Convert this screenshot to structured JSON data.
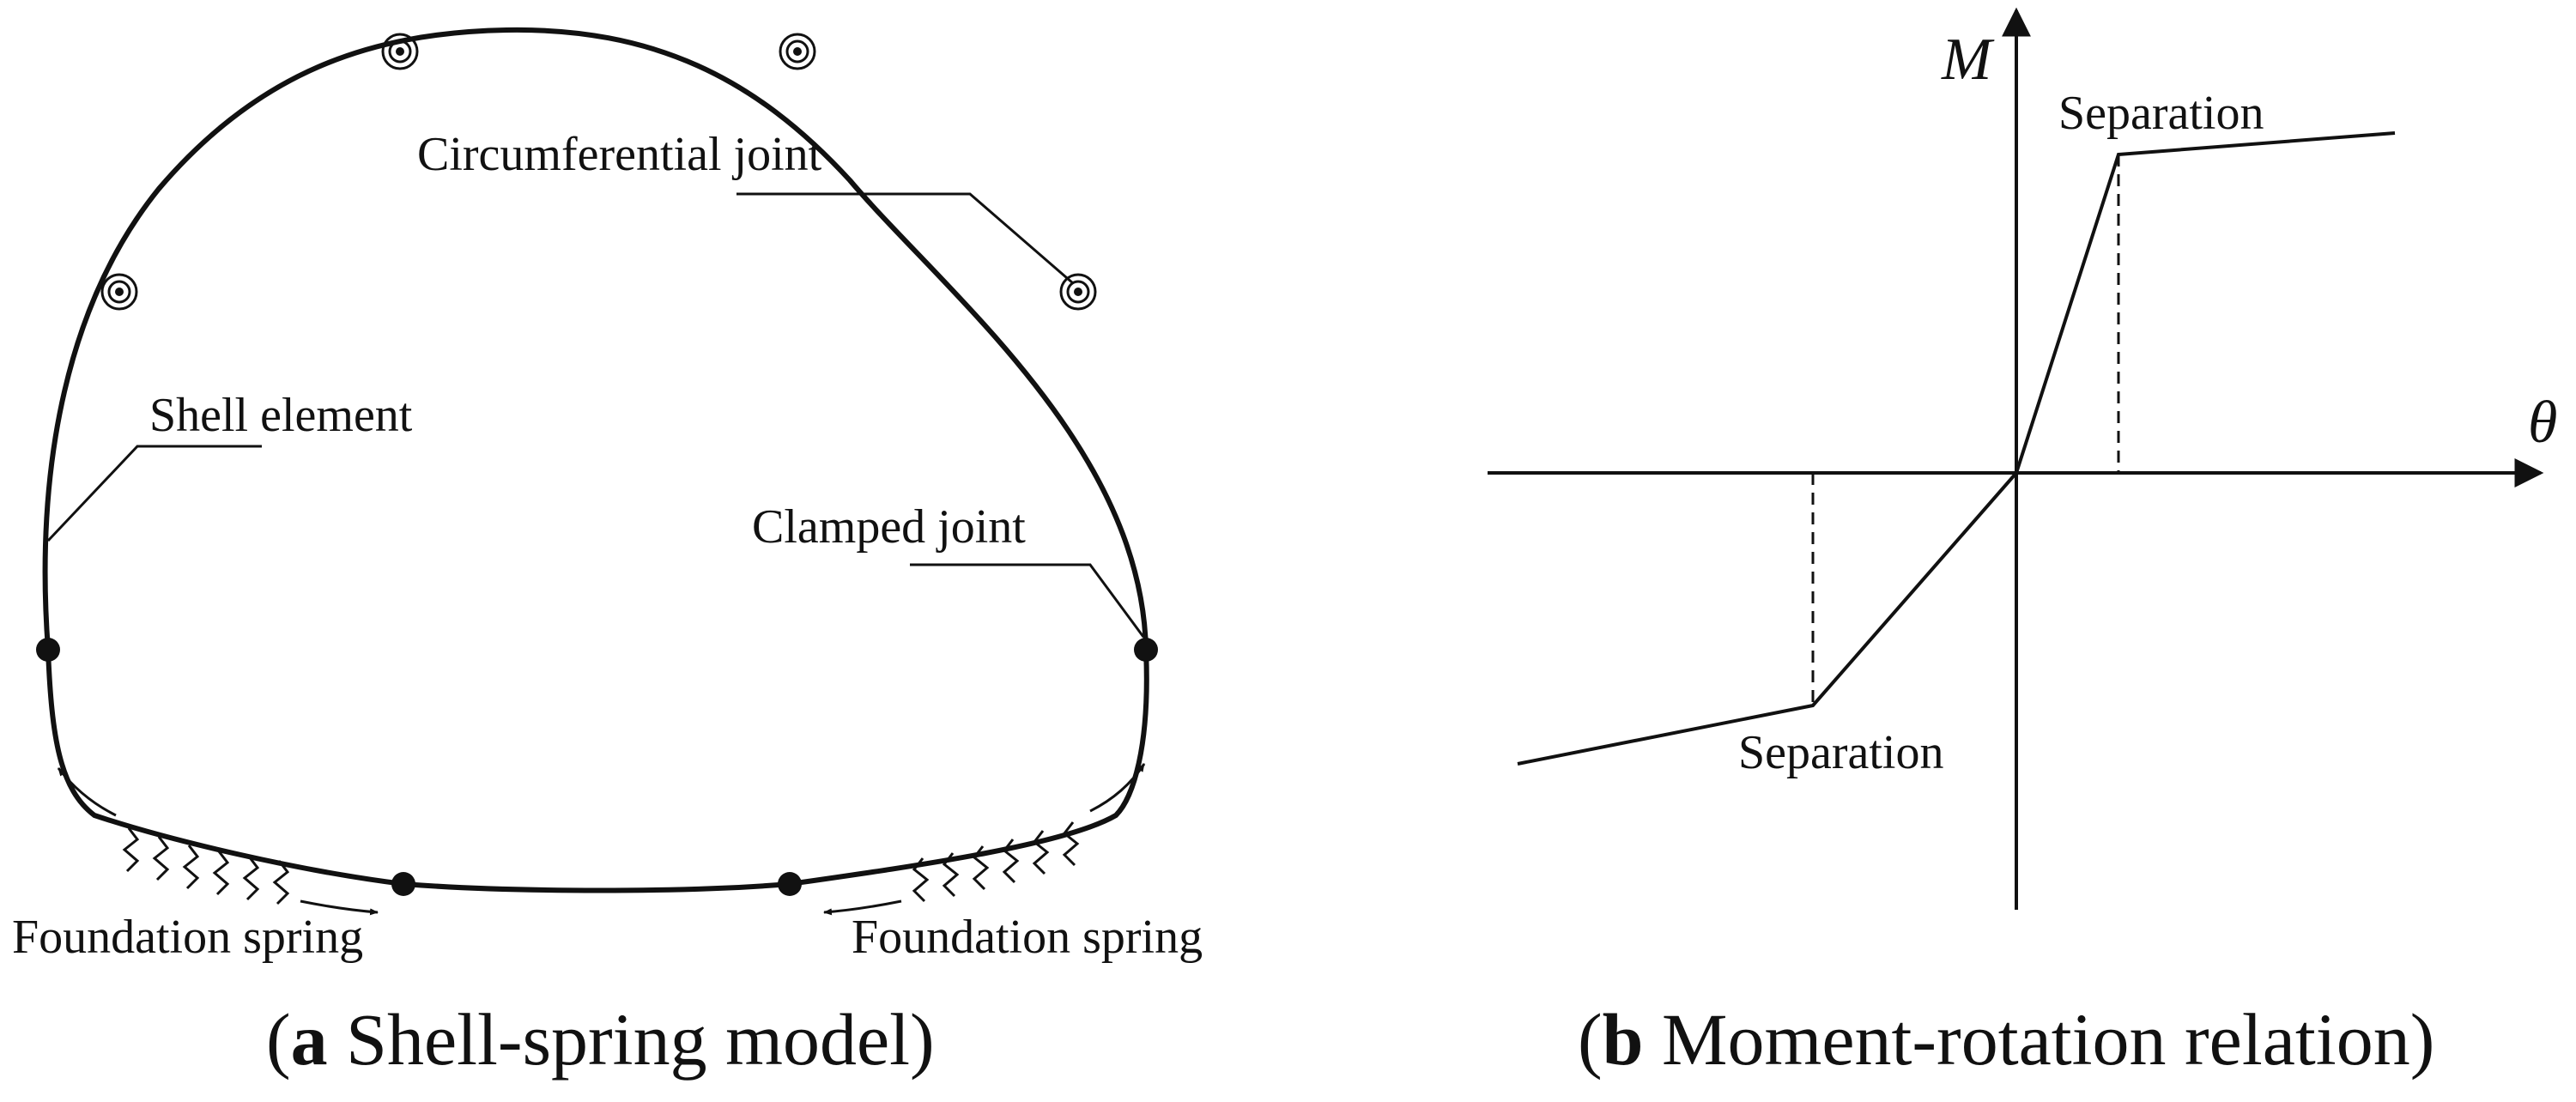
{
  "panel_a": {
    "labels": {
      "circumferential_joint": "Circumferential joint",
      "shell_element": "Shell element",
      "clamped_joint": "Clamped joint",
      "foundation_spring_left": "Foundation spring",
      "foundation_spring_right": "Foundation spring"
    },
    "caption": {
      "letter": "a",
      "text": " Shell-spring model"
    }
  },
  "panel_b": {
    "axes": {
      "y": "M",
      "x": "θ"
    },
    "labels": {
      "separation_upper": "Separation",
      "separation_lower": "Separation"
    },
    "caption": {
      "letter": "b",
      "text": " Moment-rotation relation"
    }
  }
}
